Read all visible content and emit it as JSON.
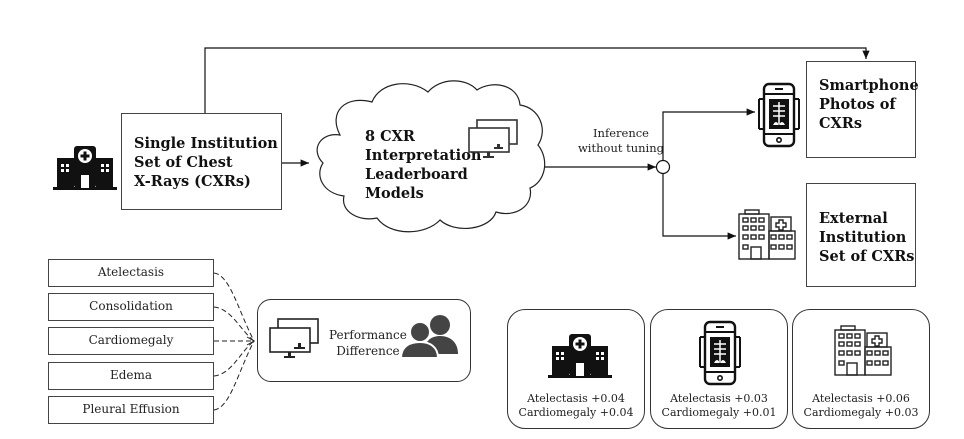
{
  "source": {
    "icon": "hospital-icon",
    "label_lines": [
      "Single Institution",
      "Set of Chest",
      "X-Rays (CXRs)"
    ]
  },
  "models": {
    "icon": "monitors-icon",
    "label_lines": [
      "8 CXR",
      "Interpretation",
      "Leaderboard",
      "Models"
    ]
  },
  "inference": {
    "label_lines": [
      "Inference",
      "without tuning"
    ]
  },
  "targets": [
    {
      "icon": "smartphone-xray-icon",
      "label_lines": [
        "Smartphone",
        "Photos of",
        "CXRs"
      ]
    },
    {
      "icon": "external-hospital-icon",
      "label_lines": [
        "External",
        "Institution",
        "Set of CXRs"
      ]
    }
  ],
  "diseases": [
    "Atelectasis",
    "Consolidation",
    "Cardiomegaly",
    "Edema",
    "Pleural Effusion"
  ],
  "performance": {
    "monitor_icon": "monitors-icon",
    "people_icon": "users-icon",
    "label_lines": [
      "Performance",
      "Difference"
    ]
  },
  "results": [
    {
      "icon": "hospital-icon",
      "lines": [
        "Atelectasis +0.04",
        "Cardiomegaly +0.04"
      ]
    },
    {
      "icon": "smartphone-xray-icon",
      "lines": [
        "Atelectasis +0.03",
        "Cardiomegaly +0.01"
      ]
    },
    {
      "icon": "external-hospital-icon",
      "lines": [
        "Atelectasis +0.06",
        "Cardiomegaly +0.03"
      ]
    }
  ]
}
